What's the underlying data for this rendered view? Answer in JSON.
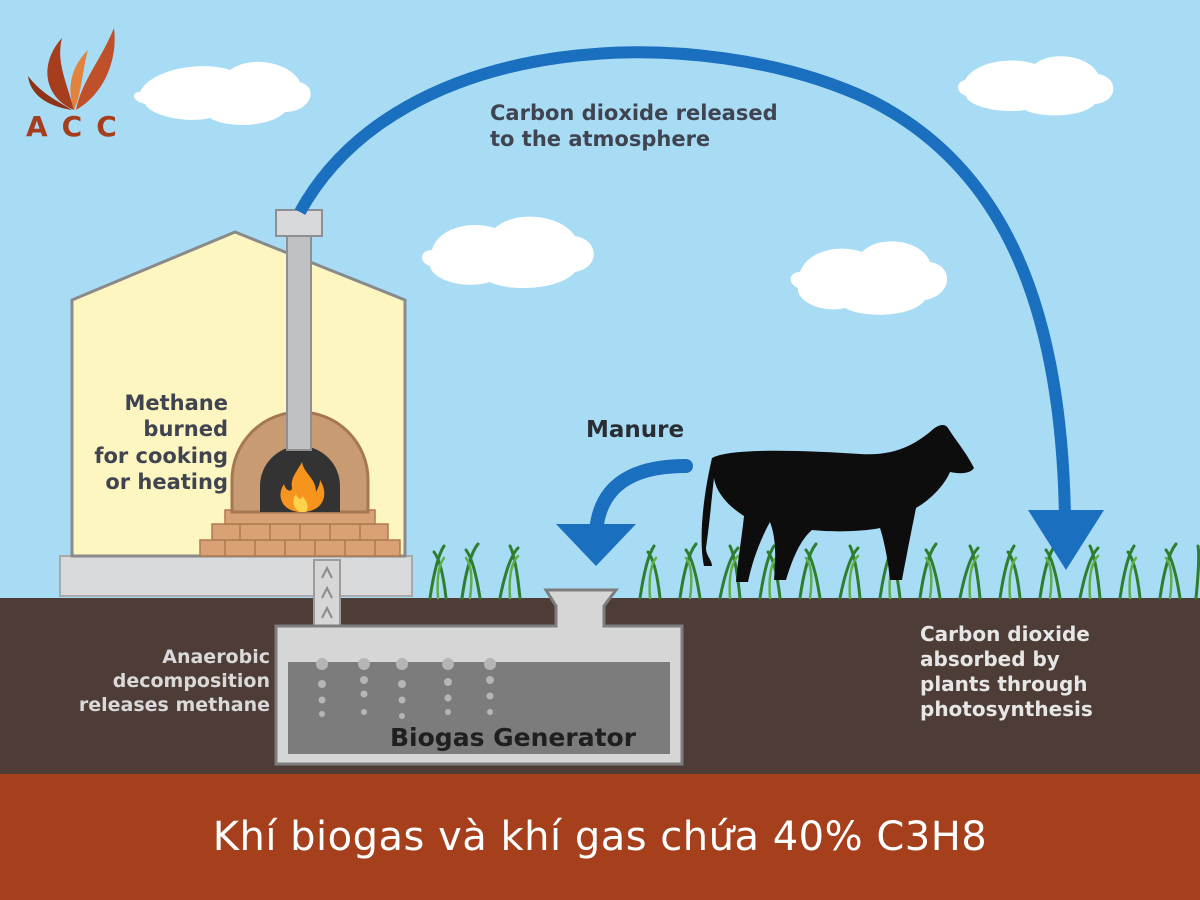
{
  "logo": {
    "letters": "ACC",
    "icon": "flame-leaves-icon"
  },
  "labels": {
    "co2_released": [
      "Carbon dioxide released",
      "to the atmosphere"
    ],
    "methane_burned": [
      "Methane",
      "burned",
      "for cooking",
      "or heating"
    ],
    "manure": "Manure",
    "anaerobic": [
      "Anaerobic",
      "decomposition",
      "releases methane"
    ],
    "co2_absorbed": [
      "Carbon dioxide",
      "absorbed by",
      "plants through",
      "photosynthesis"
    ],
    "generator": "Biogas Generator"
  },
  "banner": {
    "title": "Khí biogas và khí gas chứa 40% C3H8"
  },
  "colors": {
    "sky": "#a8dcf5",
    "ground": "#4e3d36",
    "arrow": "#1b6fbf",
    "banner": "#a63f1b",
    "house": "#fdf6c0",
    "flame": "#f7941d",
    "cow": "#0d0d0d",
    "grass": "#3a8c3a"
  }
}
